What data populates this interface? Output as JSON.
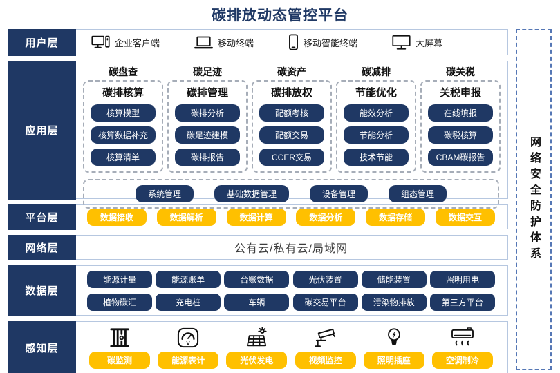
{
  "title": "碳排放动态管控平台",
  "colors": {
    "navy": "#1F3864",
    "gold": "#FFC000",
    "row_border": "#B6C7E0",
    "security_dash": "#5577B5"
  },
  "security": {
    "label": "网络安全防护体系"
  },
  "layers": {
    "user": {
      "label": "用户层",
      "items": [
        {
          "icon": "desktop-pc-icon",
          "label": "企业客户端"
        },
        {
          "icon": "laptop-icon",
          "label": "移动终端"
        },
        {
          "icon": "smartphone-icon",
          "label": "移动智能终端"
        },
        {
          "icon": "big-screen-icon",
          "label": "大屏幕"
        }
      ]
    },
    "app": {
      "label": "应用层",
      "columns": [
        {
          "header": "碳盘查",
          "title": "碳排核算",
          "buttons": [
            "核算模型",
            "核算数据补充",
            "核算清单"
          ]
        },
        {
          "header": "碳足迹",
          "title": "碳排管理",
          "buttons": [
            "碳排分析",
            "碳足迹建模",
            "碳排报告"
          ]
        },
        {
          "header": "碳资产",
          "title": "碳排放权",
          "buttons": [
            "配额考核",
            "配额交易",
            "CCER交易"
          ]
        },
        {
          "header": "碳减排",
          "title": "节能优化",
          "buttons": [
            "能效分析",
            "节能分析",
            "技术节能"
          ]
        },
        {
          "header": "碳关税",
          "title": "关税申报",
          "buttons": [
            "在线填报",
            "碳税核算",
            "CBAM碳报告"
          ]
        }
      ],
      "management_buttons": [
        "系统管理",
        "基础数据管理",
        "设备管理",
        "组态管理"
      ]
    },
    "platform": {
      "label": "平台层",
      "buttons": [
        "数据接收",
        "数据解析",
        "数据计算",
        "数据分析",
        "数据存储",
        "数据交互"
      ]
    },
    "network": {
      "label": "网络层",
      "text": "公有云/私有云/局域网"
    },
    "data": {
      "label": "数据层",
      "row1": [
        "能源计量",
        "能源账单",
        "台账数据",
        "光伏装置",
        "储能装置",
        "照明用电"
      ],
      "row2": [
        "植物碳汇",
        "充电桩",
        "车辆",
        "碳交易平台",
        "污染物排放",
        "第三方平台"
      ]
    },
    "perception": {
      "label": "感知层",
      "items": [
        {
          "icon": "carbon-monitor-icon",
          "label": "碳监测"
        },
        {
          "icon": "energy-meter-icon",
          "label": "能源表计"
        },
        {
          "icon": "solar-panel-icon",
          "label": "光伏发电"
        },
        {
          "icon": "cctv-camera-icon",
          "label": "视频监控"
        },
        {
          "icon": "light-bulb-icon",
          "label": "照明插座"
        },
        {
          "icon": "air-conditioner-icon",
          "label": "空调制冷"
        }
      ]
    }
  }
}
